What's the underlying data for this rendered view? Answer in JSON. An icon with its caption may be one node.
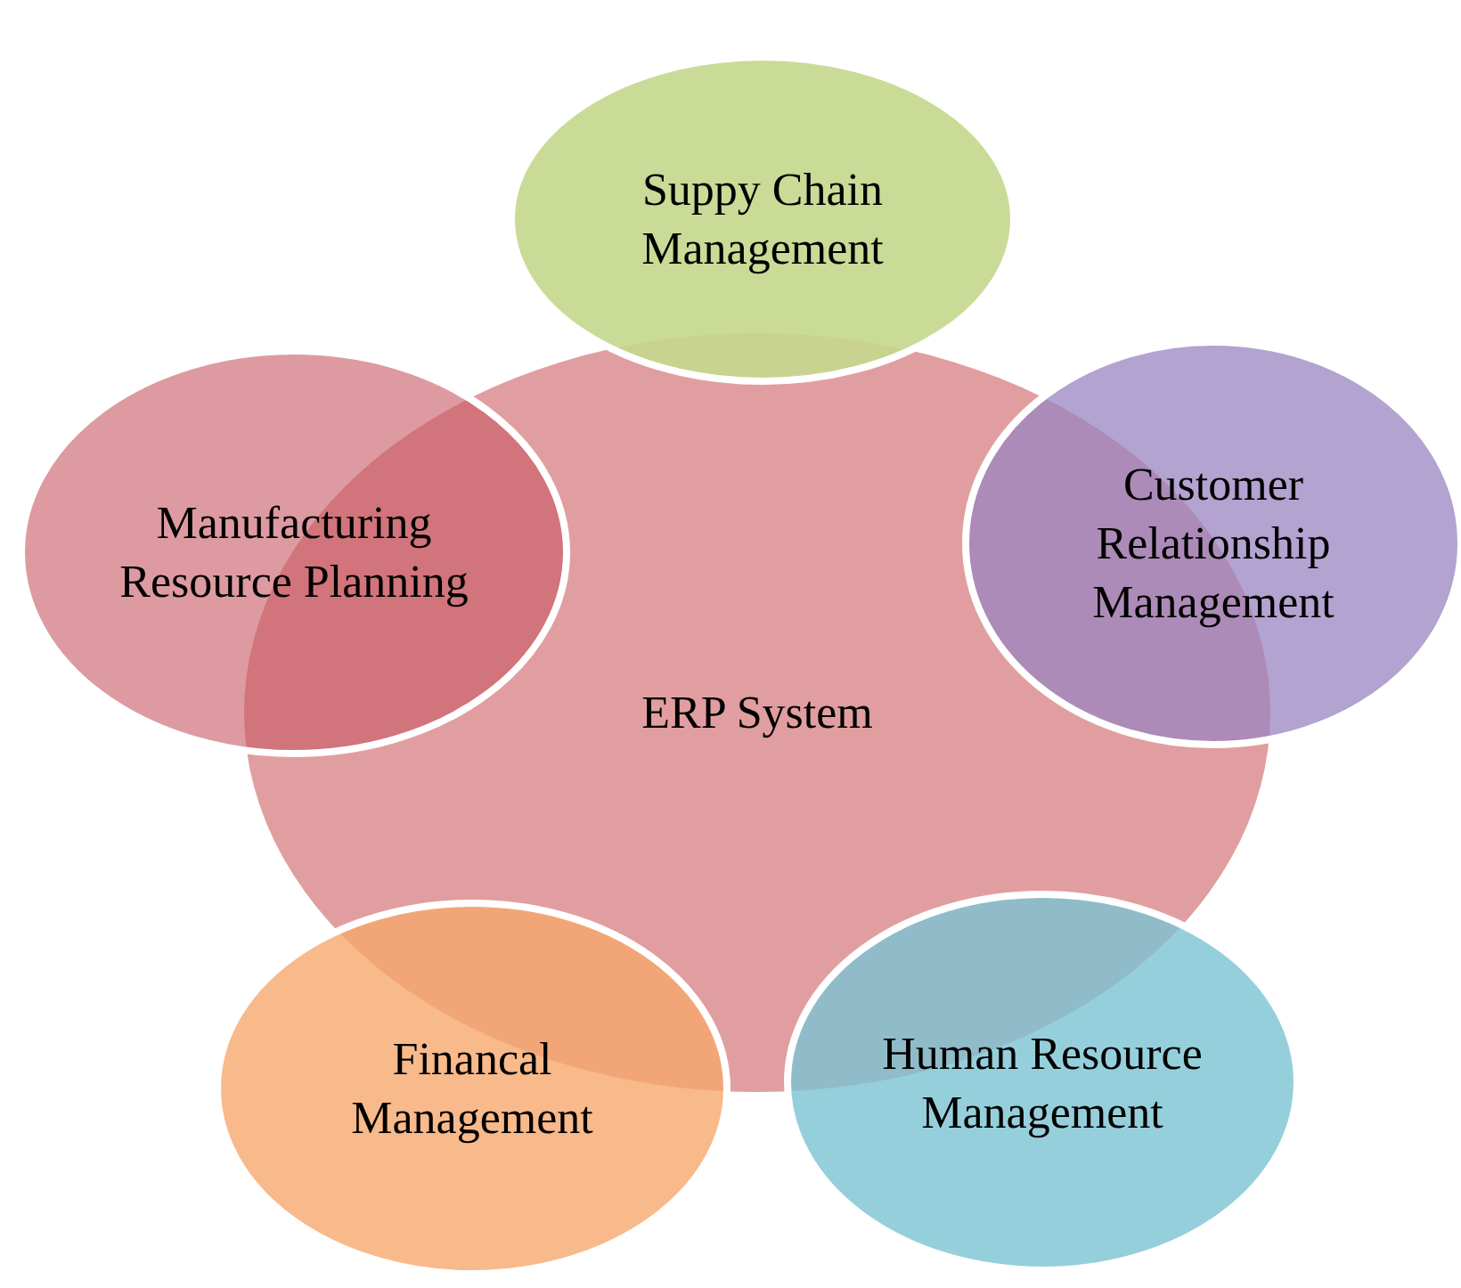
{
  "diagram": {
    "nodes": [
      {
        "text": [
          "Suppy Chain Management"
        ]
      },
      {
        "text": [
          "Manufacturing Resource Planning"
        ]
      },
      {
        "text": [
          "Customer Relationship Management"
        ]
      },
      {
        "text": [
          "ERP System"
        ]
      },
      {
        "text": [
          "Financal Management"
        ]
      },
      {
        "text": [
          "Human Resource Management"
        ]
      }
    ],
    "edges": []
  }
}
